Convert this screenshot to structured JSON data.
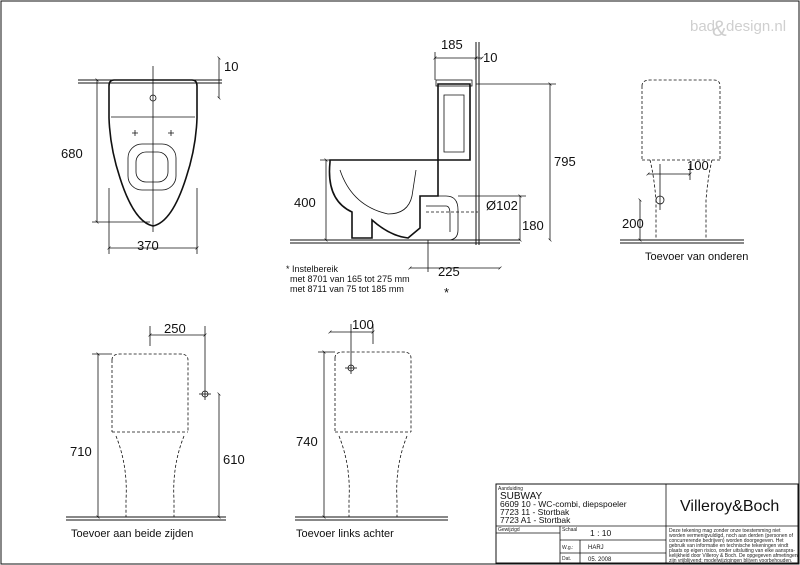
{
  "watermark": {
    "part1": "bad",
    "amp": "&",
    "part2": "design.nl"
  },
  "top_view": {
    "width": "370",
    "depth": "680",
    "offset": "10"
  },
  "side_view": {
    "depth_top": "185",
    "offset": "10",
    "height_total": "795",
    "height_seat": "400",
    "drain_diameter": "Ø102",
    "drain_height": "180",
    "drain_distance": "225",
    "asterisk": "*",
    "note_title": "* Instelbereik",
    "note_line1": "met 8701 van 165 tot 275 mm",
    "note_line2": "met 8711 van  75 tot 185 mm"
  },
  "rear_view": {
    "inlet_offset": "100",
    "inlet_height": "200",
    "caption": "Toevoer van onderen"
  },
  "front_left": {
    "inlet_offset": "250",
    "height_total": "710",
    "inlet_height": "610",
    "caption": "Toevoer aan beide zijden"
  },
  "front_right": {
    "inlet_offset": "100",
    "height_total": "740",
    "caption": "Toevoer links achter"
  },
  "title_block": {
    "label_aanduiding": "Aanduiding",
    "product_name": "SUBWAY",
    "line1": "6609 10 - WC-combi, diepspoeler",
    "line2": "7723 11 - Stortbak",
    "line3": "7723 A1 - Stortbak",
    "brand": "Villeroy&Boch",
    "label_gewijzigd": "Gewijzigd",
    "label_schaal": "Schaal",
    "scale": "1 : 10",
    "label_wg": "W.g.:",
    "drawn_by": "HARJ",
    "label_dat": "Dat.",
    "date": "05. 2008",
    "disclaimer": [
      "Deze tekening mag zonder onze toestemming niet",
      "worden vermenigvuldigd, noch aan derden  (personen of",
      "concurrerende bedrijven) worden doorgegeven. Het",
      "gebruik van informatie en technische tekeningen  vindt",
      "plaats op eigen risico, onder uitsluiting van elke aanspra-",
      "kelijkheid door Villeroy & Boch. De opgegeven afmetingen",
      "zijn vrijblijvend; modelwijzigingen blijven voorbehouden."
    ]
  }
}
